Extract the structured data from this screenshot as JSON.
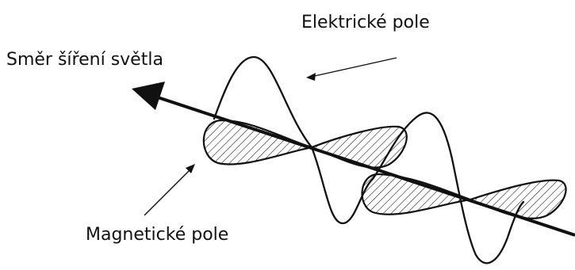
{
  "labels": {
    "electric_field": "Elektrické pole",
    "propagation_direction": "Směr šíření světla",
    "magnetic_field": "Magnetické pole"
  },
  "colors": {
    "ink": "#111111",
    "background": "#ffffff"
  }
}
